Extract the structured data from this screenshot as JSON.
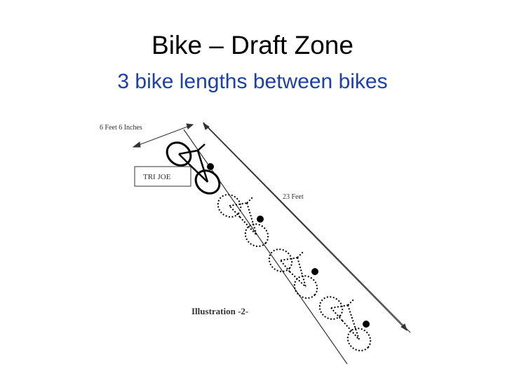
{
  "slide": {
    "title": "Bike – Draft Zone",
    "subtitle": "3 bike lengths between bikes",
    "subtitle_color": "#1c3fa8"
  },
  "diagram": {
    "width_label": "6 Feet 6 Inches",
    "length_label": "23 Feet",
    "rider_label": "TRI JOE",
    "caption": "Illustration -2-"
  }
}
